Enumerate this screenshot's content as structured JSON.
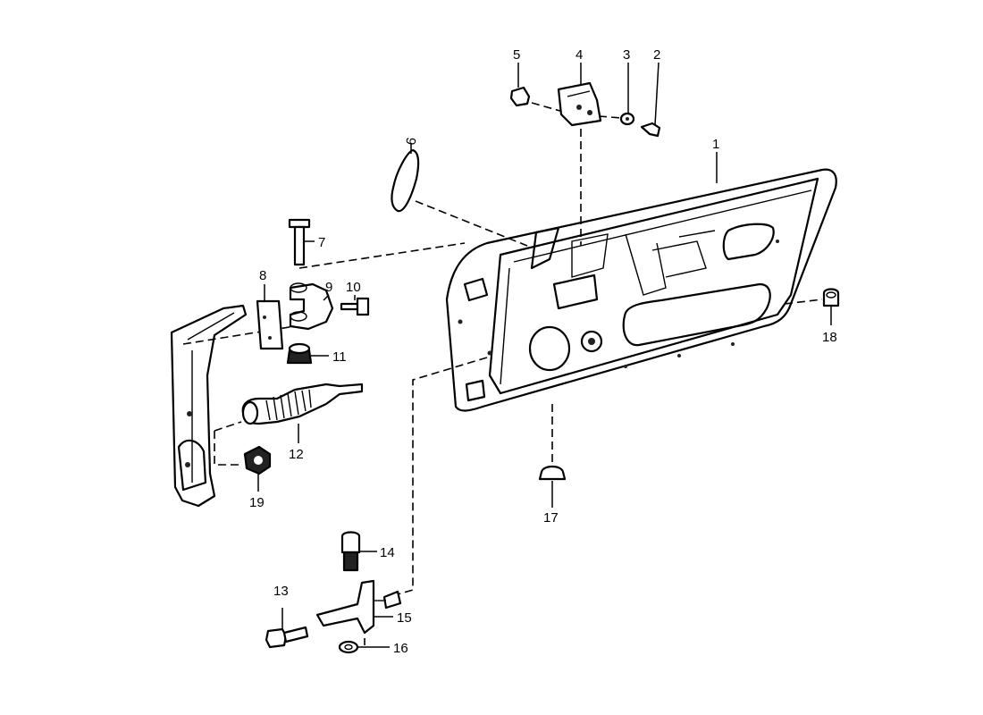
{
  "callouts": [
    {
      "id": "c1",
      "text": "1"
    },
    {
      "id": "c2",
      "text": "2"
    },
    {
      "id": "c3",
      "text": "3"
    },
    {
      "id": "c4",
      "text": "4"
    },
    {
      "id": "c5",
      "text": "5"
    },
    {
      "id": "c6",
      "text": "6"
    },
    {
      "id": "c7",
      "text": "7"
    },
    {
      "id": "c8",
      "text": "8"
    },
    {
      "id": "c9",
      "text": "9"
    },
    {
      "id": "c10",
      "text": "10"
    },
    {
      "id": "c11",
      "text": "11"
    },
    {
      "id": "c12",
      "text": "12"
    },
    {
      "id": "c13",
      "text": "13"
    },
    {
      "id": "c14",
      "text": "14"
    },
    {
      "id": "c15",
      "text": "15"
    },
    {
      "id": "c16",
      "text": "16"
    },
    {
      "id": "c17",
      "text": "17"
    },
    {
      "id": "c18",
      "text": "18"
    },
    {
      "id": "c19",
      "text": "19"
    }
  ]
}
